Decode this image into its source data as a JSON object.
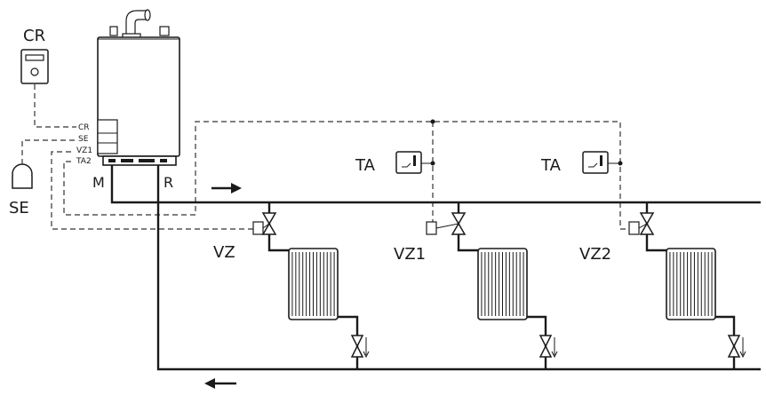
{
  "labels": {
    "cr": "CR",
    "se": "SE",
    "m": "M",
    "r": "R",
    "ta1": "TA",
    "ta2": "TA",
    "vz": "VZ",
    "vz1": "VZ1",
    "vz2": "VZ2"
  },
  "terminals": [
    "CR",
    "SE",
    "VZ1",
    "TA2"
  ]
}
